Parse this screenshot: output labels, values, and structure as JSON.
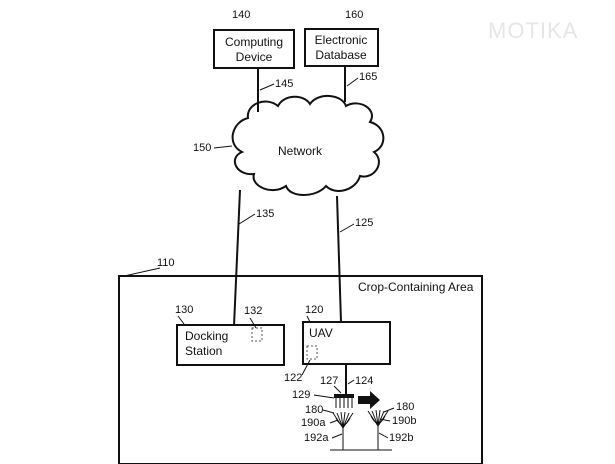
{
  "watermark": "MOTIKA",
  "nodes": {
    "computing_device": {
      "ref": "140",
      "line1": "Computing",
      "line2": "Device"
    },
    "electronic_database": {
      "ref": "160",
      "line1": "Electronic",
      "line2": "Database"
    },
    "network": {
      "ref": "150",
      "label": "Network"
    },
    "crop_area": {
      "ref": "110",
      "label": "Crop-Containing Area"
    },
    "docking_station": {
      "ref": "130",
      "line1": "Docking",
      "line2": "Station",
      "component_ref": "132"
    },
    "uav": {
      "ref": "120",
      "label": "UAV",
      "component_ref": "122"
    }
  },
  "links": {
    "device_network": "145",
    "database_network": "165",
    "network_docking": "135",
    "network_uav": "125"
  },
  "tether": {
    "ref_127": "127",
    "ref_124": "124",
    "ref_129": "129"
  },
  "plants": {
    "left": {
      "ref_180": "180",
      "ref_190": "190a",
      "ref_192": "192a"
    },
    "right": {
      "ref_180": "180",
      "ref_190": "190b",
      "ref_192": "192b"
    }
  }
}
